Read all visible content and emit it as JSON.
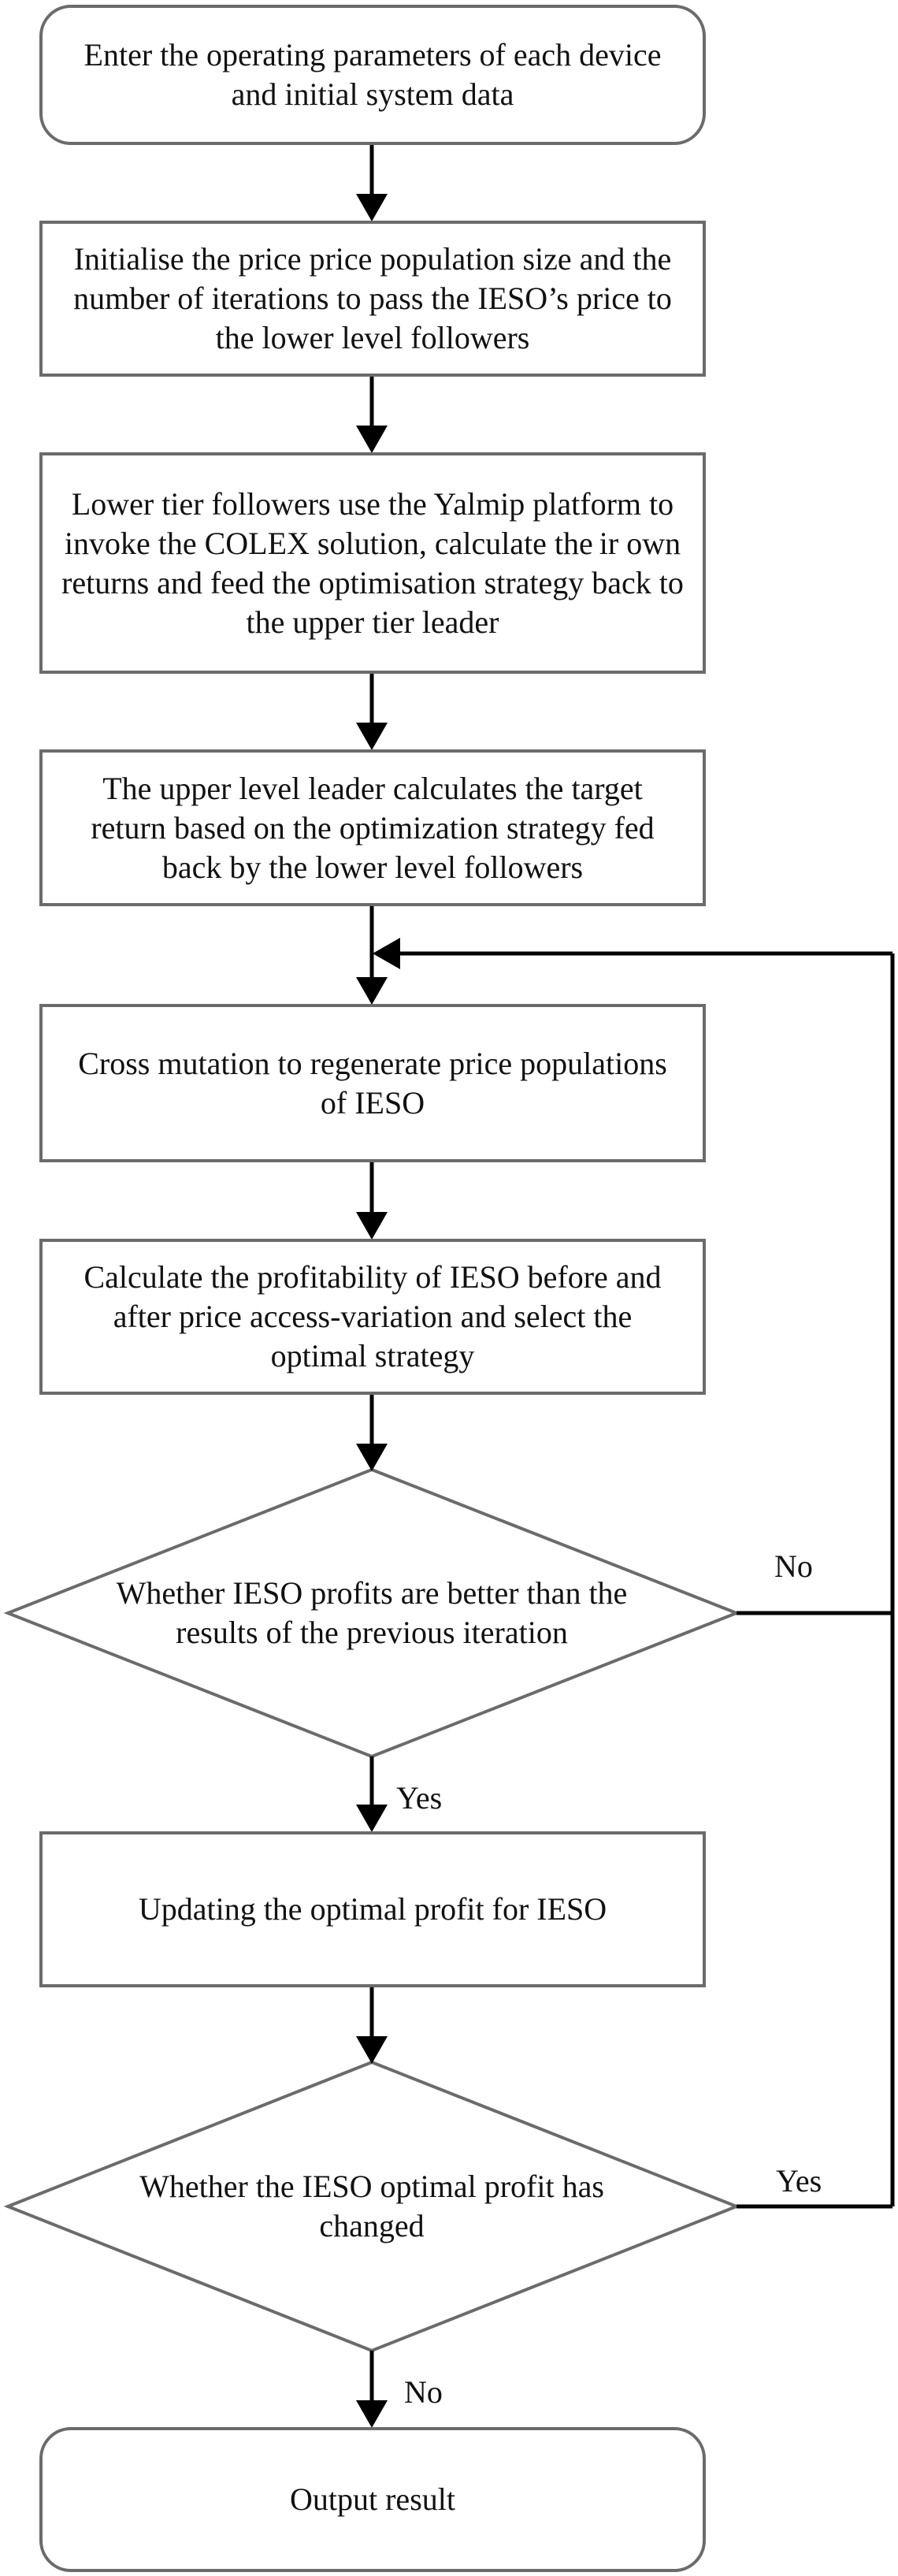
{
  "nodes": {
    "start": "Enter the operating parameters of each device and initial system data",
    "init": "Initialise the price price population size and the number of iterations to pass the IESO’s price to the lower level followers",
    "lower": "Lower tier followers use the Yalmip platform to invoke the COLEX solution, calculate the ir own returns and feed the optimisation strategy back to the upper tier leader",
    "upper": "The upper level leader calculates the target return based on the optimization strategy fed back by the lower level followers",
    "cross": "Cross mutation to regenerate price populations of IESO",
    "calc": "Calculate the profitability of IESO before and after price access-variation and select the optimal strategy",
    "decision1": "Whether IESO profits are better than the results of the previous iteration",
    "update": "Updating the optimal profit for IESO",
    "decision2": "Whether the IESO optimal profit has changed",
    "end": "Output result"
  },
  "edge_labels": {
    "d1_no": "No",
    "d1_yes": "Yes",
    "d2_yes": "Yes",
    "d2_no": "No"
  }
}
